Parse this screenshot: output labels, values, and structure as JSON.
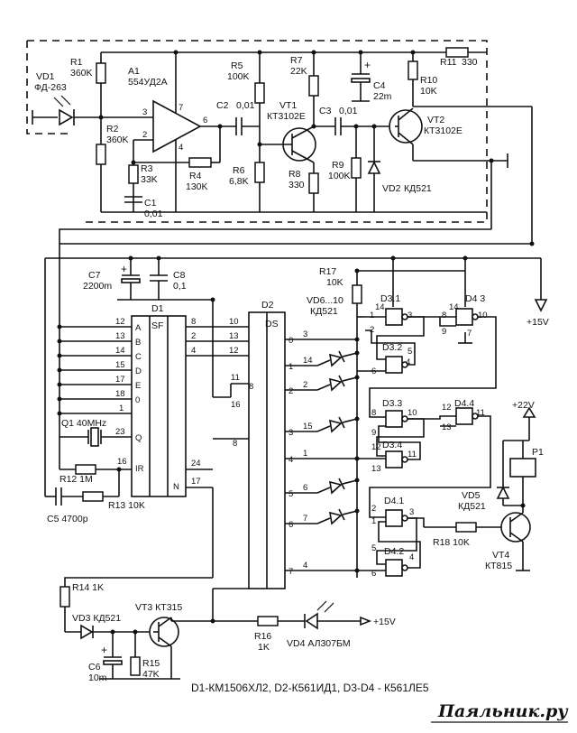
{
  "sensor": {
    "vd1": "VD1",
    "vd1_type": "ФД-263",
    "r1": "R1",
    "r1_val": "360K",
    "r2": "R2",
    "r2_val": "360K",
    "a1": "A1",
    "a1_type": "554УД2А",
    "r3": "R3",
    "r3_val": "33K",
    "c1": "C1",
    "c1_val": "0,01",
    "r4": "R4",
    "r4_val": "130K",
    "r5": "R5",
    "r5_val": "100K",
    "c2": "C2",
    "c2_val": "0,01",
    "r6": "R6",
    "r6_val": "6,8K",
    "r7": "R7",
    "r7_val": "22K",
    "vt1": "VT1",
    "vt1_type": "КТ3102Е",
    "r8": "R8",
    "r8_val": "330",
    "c3": "C3",
    "c3_val": "0,01",
    "c4": "C4",
    "c4_val": "22m",
    "r9": "R9",
    "r9_val": "100K",
    "vd2": "VD2",
    "vd2_type": "КД521",
    "r10": "R10",
    "r10_val": "10K",
    "r11": "R11",
    "r11_val": "330",
    "vt2": "VT2",
    "vt2_type": "КТ3102Е",
    "pin3": "3",
    "pin2": "2",
    "pin7": "7",
    "pin6": "6",
    "pin4": "4"
  },
  "power": {
    "c7": "C7",
    "c7_val": "2200m",
    "c8": "C8",
    "c8_val": "0,1",
    "plus15": "+15V",
    "plus22": "+22V"
  },
  "d1": {
    "name": "D1",
    "func": "SF",
    "left_pins": [
      "12",
      "13",
      "14",
      "15",
      "17",
      "18",
      "1"
    ],
    "left_labels": [
      "A",
      "B",
      "C",
      "D",
      "E",
      "0"
    ],
    "q1": "Q1 40MHz",
    "pin23": "23",
    "q": "Q",
    "pin16": "16",
    "ir": "IR",
    "n": "N",
    "right_pins": [
      "8",
      "2",
      "4"
    ],
    "pin24": "24",
    "pin17": "17",
    "r12": "R12 1M",
    "r13": "R13 10K",
    "c5": "C5 4700p"
  },
  "d2": {
    "name": "D2",
    "func": "DS",
    "in_pins": [
      "10",
      "13",
      "12"
    ],
    "pin11": "11",
    "pin16": "16",
    "pin8": "8",
    "outs": [
      "0",
      "1",
      "2",
      "3",
      "4",
      "5",
      "6",
      "7"
    ],
    "out_pins": [
      "3",
      "14",
      "2",
      "15",
      "1",
      "6",
      "7",
      "4"
    ]
  },
  "logic": {
    "r17": "R17",
    "r17_val": "10K",
    "vd6_10": "VD6...10",
    "vd6_type": "КД521",
    "d31": "D3.1",
    "d32": "D3.2",
    "d33": "D3.3",
    "d34": "D3.4",
    "d41": "D4.1",
    "d42": "D4.2",
    "d43": "D4 3",
    "d44": "D4.4",
    "pins": {
      "p14a": "14",
      "p1": "1",
      "p2": "2",
      "p3": "3",
      "p5": "5",
      "p4": "4",
      "p6": "6",
      "p14b": "14",
      "p8": "8",
      "p10": "10",
      "p9": "9",
      "p7": "7",
      "p8b": "8",
      "p10b": "10",
      "p9b": "9",
      "p12": "12",
      "p11": "11",
      "p13": "13",
      "p12b": "12",
      "p11b": "11",
      "p13b": "13",
      "p2c": "2",
      "p3c": "3",
      "p1c": "1",
      "p5c": "5",
      "p4c": "4",
      "p6c": "6"
    },
    "p1": "P1",
    "vd5": "VD5",
    "vd5_type": "КД521",
    "r18": "R18 10K",
    "vt4": "VT4",
    "vt4_type": "КТ815"
  },
  "bottom": {
    "r14": "R14 1K",
    "vd3": "VD3 КД521",
    "vt3": "VT3 КТ315",
    "c6": "C6",
    "c6_val": "10m",
    "r15": "R15",
    "r15_val": "47K",
    "r16": "R16",
    "r16_val": "1K",
    "vd4": "VD4 АЛ307БМ",
    "plus15": "+15V",
    "legend": "D1-КМ1506ХЛ2, D2-К561ИД1,  D3-D4 - К561ЛЕ5"
  },
  "brand": "Паяльник.ру"
}
